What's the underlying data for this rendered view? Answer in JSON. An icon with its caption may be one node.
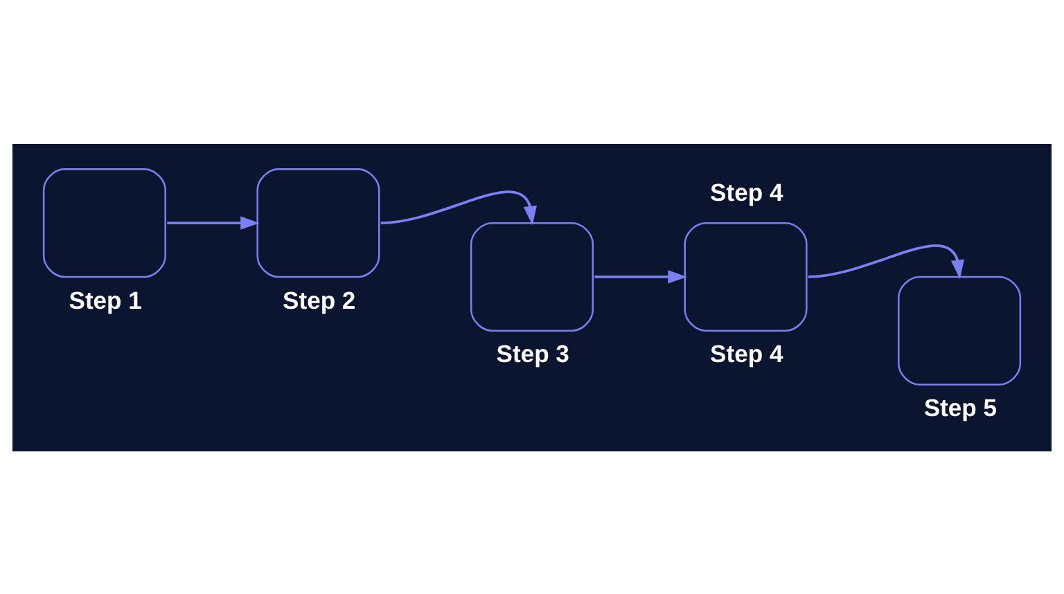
{
  "diagram": {
    "nodes": [
      {
        "text": [
          "Step 1"
        ]
      },
      {
        "text": [
          "Step 2"
        ]
      },
      {
        "text": [
          "Step 3"
        ]
      },
      {
        "text": [
          "Step 4",
          "Step 4"
        ]
      },
      {
        "text": [
          "Step 5"
        ]
      }
    ],
    "edges": [
      {
        "from": 0,
        "to": 1,
        "arrow": "to"
      },
      {
        "from": 1,
        "to": 2,
        "arrow": "to"
      },
      {
        "from": 2,
        "to": 3,
        "arrow": "to"
      },
      {
        "from": 3,
        "to": 4,
        "arrow": "to"
      }
    ]
  }
}
